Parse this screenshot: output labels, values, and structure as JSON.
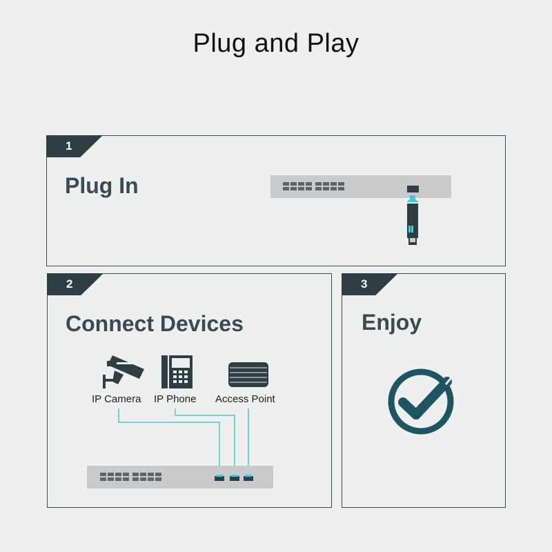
{
  "title": "Plug and Play",
  "steps": [
    {
      "number": "1",
      "label": "Plug In"
    },
    {
      "number": "2",
      "label": "Connect Devices"
    },
    {
      "number": "3",
      "label": "Enjoy"
    }
  ],
  "devices": {
    "camera": "IP Camera",
    "phone": "IP Phone",
    "access_point": "Access Point"
  },
  "colors": {
    "panel_border": "#3a4a52",
    "badge": "#2f3d45",
    "accent": "#4fc6cc",
    "check": "#1e5562",
    "switch_body": "#c8cacb",
    "port": "#5a646a"
  },
  "icons": [
    "switch-icon",
    "sfp-module-icon",
    "ip-camera-icon",
    "ip-phone-icon",
    "access-point-icon",
    "checkmark-circle-icon"
  ]
}
